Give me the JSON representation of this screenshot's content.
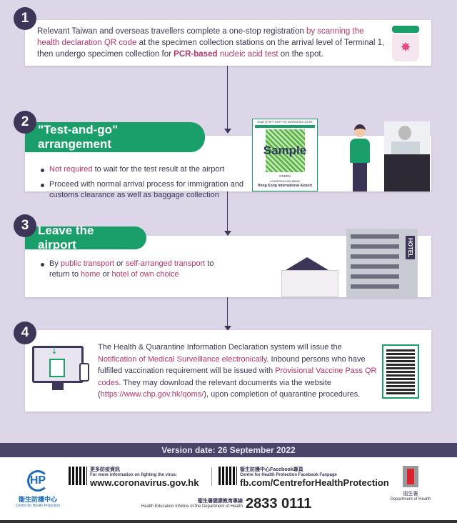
{
  "steps": [
    {
      "number": "1",
      "text_parts": [
        "Relevant Taiwan and overseas travellers complete a one-stop registration ",
        "by scanning the health declaration QR code",
        " at the specimen collection stations on the arrival level of Terminal 1, then undergo specimen collection for ",
        "PCR-based",
        " nucleic acid test",
        " on the spot."
      ]
    },
    {
      "number": "2",
      "title": "\"Test-and-go\" arrangement",
      "bullets": [
        {
          "highlight": "Not required",
          "rest": " to wait for the test result at the airport"
        },
        {
          "text": "Proceed with normal arrival process for immigration and customs clearance as well as baggage collection"
        }
      ],
      "sample_card": {
        "expiry": "Expiry(HKT GMT+8) 25/09/2022 23:59",
        "watermark": "Sample",
        "status": "GREEN",
        "code": "A1B9R9S01165189848",
        "airport": "Hong Kong International Airport"
      }
    },
    {
      "number": "3",
      "title": "Leave the airport",
      "line1": [
        "By ",
        "public transport",
        " or ",
        "self-arranged transport",
        " to"
      ],
      "line2": [
        "return to ",
        "home",
        " or ",
        "hotel of own choice"
      ],
      "hotel_sign": "HOTEL"
    },
    {
      "number": "4",
      "text_parts": [
        "The Health & Quarantine Information Declaration system will issue the ",
        "Notification of Medical Surveillance electronically",
        ". Inbound persons who have fulfilled vaccination requirement will be issued with ",
        "Provisional Vaccine Pass QR codes",
        ". They may download the relevant documents via the website (",
        "https://www.chp.gov.hk/qoms/",
        "), upon completion of quarantine procedures."
      ]
    }
  ],
  "version": "Version date: 26 September 2022",
  "footer": {
    "chp_logo": "HP",
    "chp_cn": "衞生防護中心",
    "chp_en": "Centre for Health Protection",
    "virus_cn": "更多防疫資訊",
    "virus_en": "For more information on fighting the virus:",
    "virus_url": "www.coronavirus.gov.hk",
    "fb_cn": "衞生防護中心Facebook專頁",
    "fb_en": "Centre for Health Protection Facebook Fanpage",
    "fb_url": "fb.com/CentreforHealthProtection",
    "infoline_cn": "衞生署健康教育專線",
    "infoline_en": "Health Education Infoline of the Department of Health",
    "infoline_number": "2833 0111",
    "doh_cn": "衞生署",
    "doh_en": "Department of Health"
  }
}
